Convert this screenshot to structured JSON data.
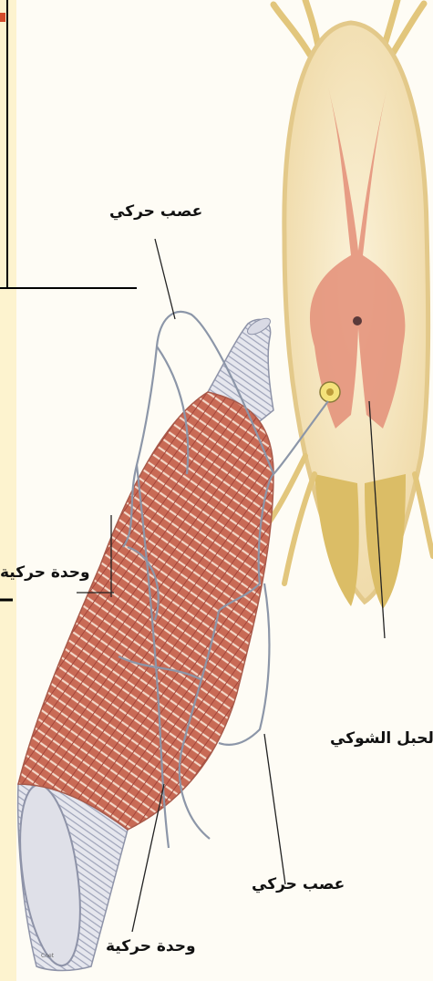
{
  "labels": {
    "motor_nerve_top": "عصب حركي",
    "motor_unit_left": "وحدة حركية",
    "spinal_cord": "الحبل الشوكي",
    "motor_nerve_bottom": "عصب حركي",
    "motor_unit_bottom": "وحدة حركية"
  },
  "colors": {
    "cream": "#f6ecc9",
    "nerve_yellow": "#e8d08a",
    "gray_matter": "#e7907b",
    "muscle_red": "#c2614e",
    "tendon_gray": "#c9cbd6",
    "nerve_line": "#8c96a8"
  }
}
